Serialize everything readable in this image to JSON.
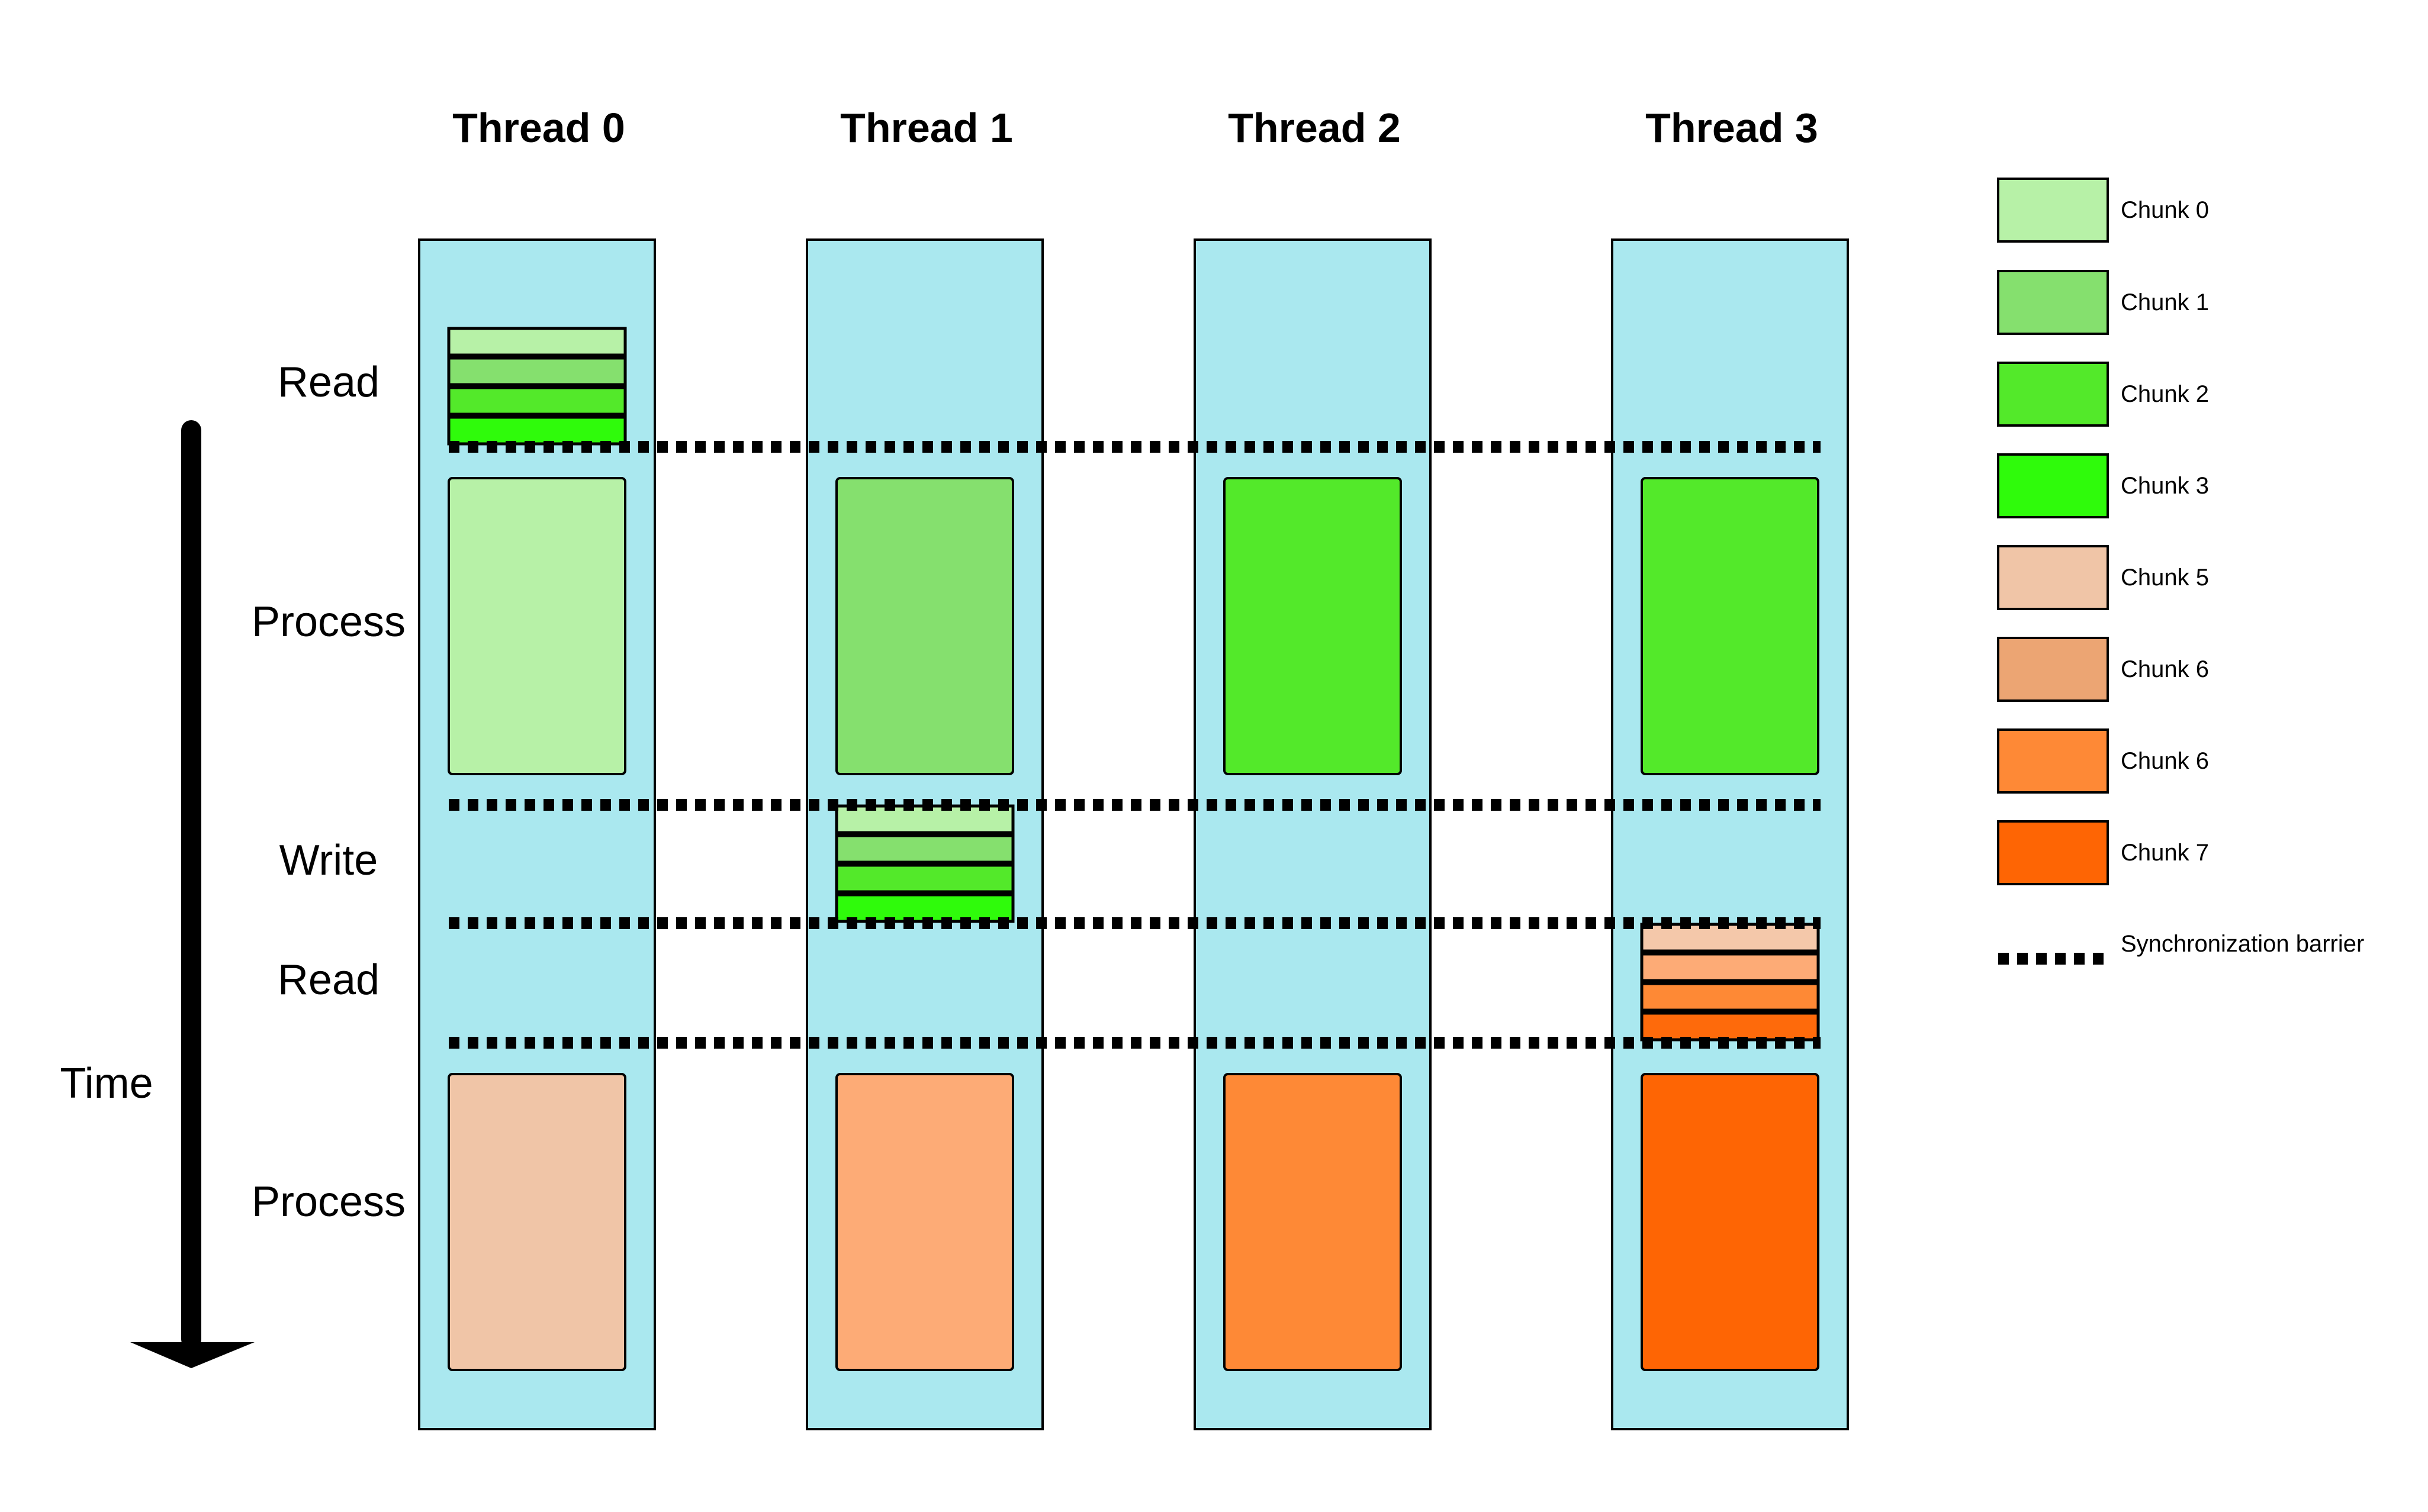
{
  "colors": {
    "lane": "#aae8ef",
    "stroke": "#000000",
    "chunk_0": "#b7f1a7",
    "chunk_1": "#85e06e",
    "chunk_2": "#53e92a",
    "chunk_3": "#2ffb0b",
    "chunk_5": "#f0c5a7",
    "chunk_6a": "#eca573",
    "chunk_6b": "#fe8936",
    "chunk_7": "#fe6504",
    "chunk_5_strip": "#f4c8aa",
    "chunk_6_strip": "#fdab76",
    "chunk_6_strip_b": "#fe8935",
    "chunk_7_strip": "#fe6a0b",
    "process_thread1_bottom": "#fdab76"
  },
  "threads": [
    {
      "label": "Thread 0"
    },
    {
      "label": "Thread 1"
    },
    {
      "label": "Thread 2"
    },
    {
      "label": "Thread 3"
    }
  ],
  "phases": {
    "read_1": "Read",
    "process_1": "Process",
    "write": "Write",
    "read_2": "Read",
    "process_2": "Process"
  },
  "time_label": "Time",
  "legend": [
    {
      "label": "Chunk 0",
      "color": "#b7f1a7"
    },
    {
      "label": "Chunk 1",
      "color": "#85e06e"
    },
    {
      "label": "Chunk 2",
      "color": "#53e92a"
    },
    {
      "label": "Chunk 3",
      "color": "#2ffb0b"
    },
    {
      "label": "Chunk 5",
      "color": "#f0c5a7"
    },
    {
      "label": "Chunk 6",
      "color": "#eca573"
    },
    {
      "label": "Chunk 6",
      "color": "#fe8936"
    },
    {
      "label": "Chunk 7",
      "color": "#fe6504"
    }
  ],
  "barrier_label": "Synchronization barrier",
  "timeline": {
    "read_1": {
      "thread": 0,
      "strips": [
        "#b7f1a7",
        "#85e06e",
        "#53e92a",
        "#2ffb0b"
      ]
    },
    "process_1": [
      "#b7f1a7",
      "#85e06e",
      "#53e92a",
      "#53e92a"
    ],
    "write": {
      "thread": 1,
      "strips": [
        "#b7f1a7",
        "#85e06e",
        "#53e92a",
        "#2ffb0b"
      ]
    },
    "read_2": {
      "thread": 3,
      "strips": [
        "#f4c8aa",
        "#fdab76",
        "#fe8935",
        "#fe6a0b"
      ]
    },
    "process_2": [
      "#f0c5a7",
      "#fdab76",
      "#fe8936",
      "#fe6504"
    ]
  }
}
